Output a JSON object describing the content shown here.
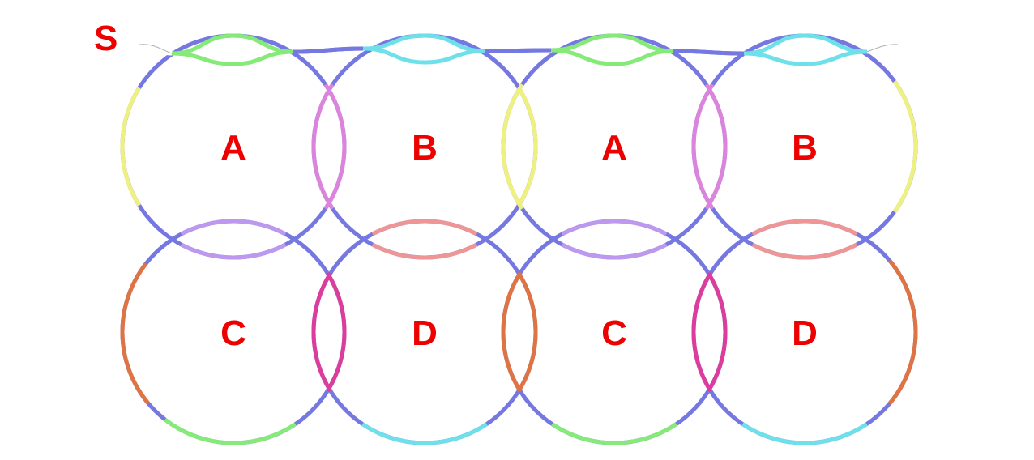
{
  "start_label": {
    "text": "S",
    "color": "#ee0000"
  },
  "cell_label_color": "#ee0000",
  "cells": [
    {
      "label": "A"
    },
    {
      "label": "B"
    },
    {
      "label": "A"
    },
    {
      "label": "B"
    },
    {
      "label": "C"
    },
    {
      "label": "D"
    },
    {
      "label": "C"
    },
    {
      "label": "D"
    }
  ],
  "colors": {
    "base": "#7478e0",
    "lead": "#ffffff",
    "yellow": "#eef080",
    "green": "#86ea78",
    "cyan": "#6ee0ea",
    "purple": "#bc98ee",
    "pink": "#ee9696",
    "orchid": "#dc84dc",
    "orange": "#de7444",
    "magenta": "#dc3c9c"
  }
}
